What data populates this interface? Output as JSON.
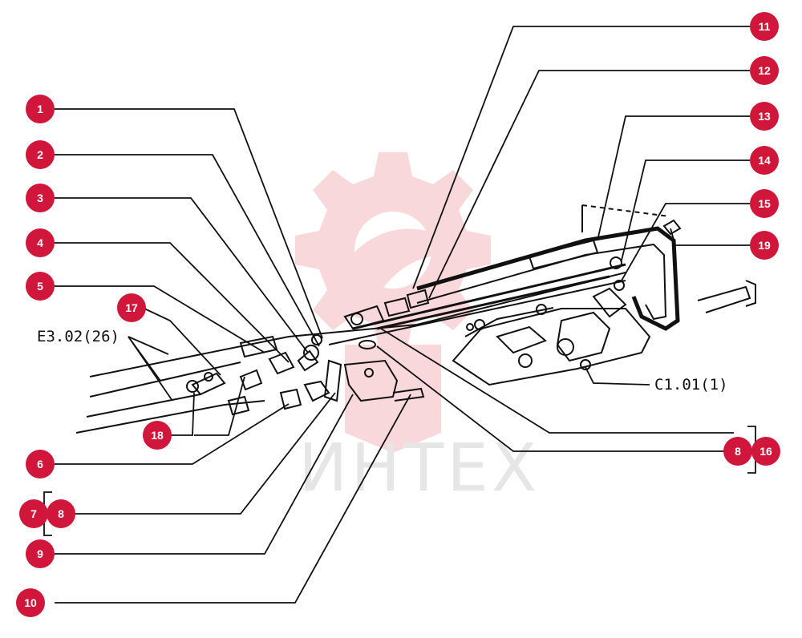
{
  "callouts": [
    {
      "id": "1",
      "label": "1"
    },
    {
      "id": "2",
      "label": "2"
    },
    {
      "id": "3",
      "label": "3"
    },
    {
      "id": "4",
      "label": "4"
    },
    {
      "id": "5",
      "label": "5"
    },
    {
      "id": "6",
      "label": "6"
    },
    {
      "id": "7",
      "label": "7"
    },
    {
      "id": "8a",
      "label": "8"
    },
    {
      "id": "9",
      "label": "9"
    },
    {
      "id": "10",
      "label": "10"
    },
    {
      "id": "11",
      "label": "11"
    },
    {
      "id": "12",
      "label": "12"
    },
    {
      "id": "13",
      "label": "13"
    },
    {
      "id": "14",
      "label": "14"
    },
    {
      "id": "15",
      "label": "15"
    },
    {
      "id": "16",
      "label": "16"
    },
    {
      "id": "8b",
      "label": "8"
    },
    {
      "id": "17",
      "label": "17"
    },
    {
      "id": "18",
      "label": "18"
    },
    {
      "id": "19",
      "label": "19"
    }
  ],
  "references": {
    "left": "E3.02(26)",
    "right": "C1.01(1)"
  },
  "watermark": {
    "text": "ИНТЕХ"
  },
  "colors": {
    "callout_fill": "#d0163a",
    "callout_text": "#ffffff",
    "line": "#111111",
    "watermark_logo": "#f7c9cb",
    "watermark_text": "#e2e2e2"
  }
}
